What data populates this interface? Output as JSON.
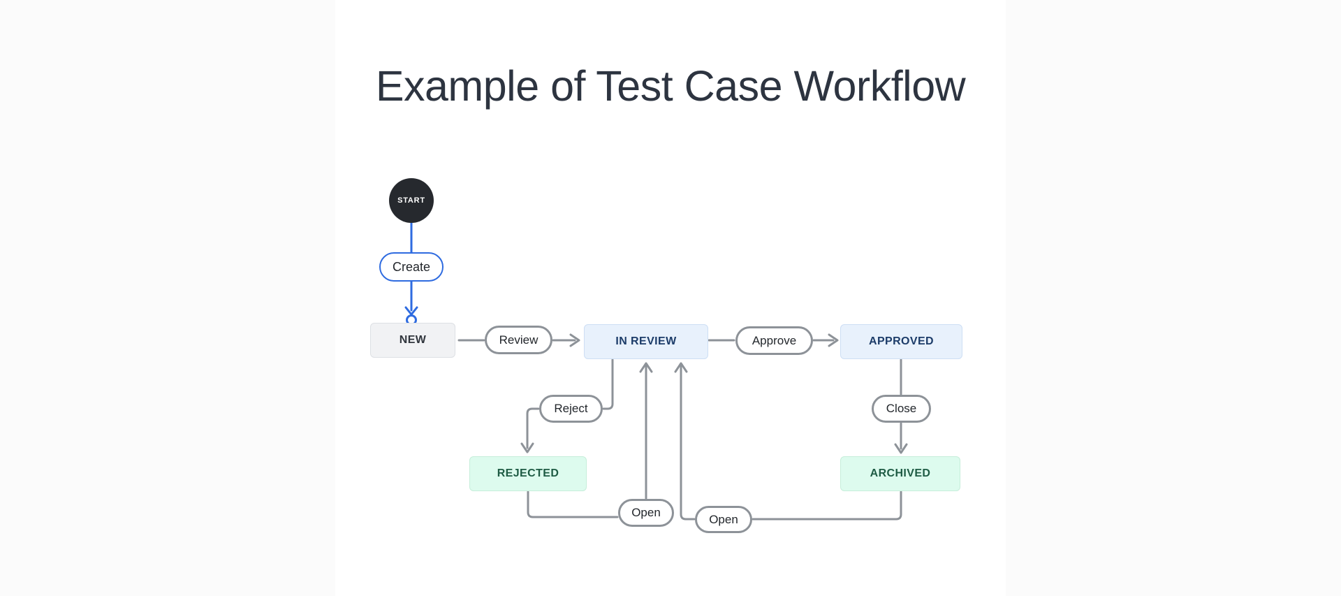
{
  "page": {
    "title": "Example of Test Case Workflow"
  },
  "workflow": {
    "start_label": "START",
    "states": [
      {
        "id": "new",
        "label": "NEW",
        "kind": "neutral"
      },
      {
        "id": "in-review",
        "label": "IN REVIEW",
        "kind": "info"
      },
      {
        "id": "approved",
        "label": "APPROVED",
        "kind": "info"
      },
      {
        "id": "rejected",
        "label": "REJECTED",
        "kind": "success"
      },
      {
        "id": "archived",
        "label": "ARCHIVED",
        "kind": "success"
      }
    ],
    "transitions": [
      {
        "id": "create",
        "label": "Create",
        "from": "START",
        "to": "NEW"
      },
      {
        "id": "review",
        "label": "Review",
        "from": "NEW",
        "to": "IN REVIEW"
      },
      {
        "id": "approve",
        "label": "Approve",
        "from": "IN REVIEW",
        "to": "APPROVED"
      },
      {
        "id": "reject",
        "label": "Reject",
        "from": "IN REVIEW",
        "to": "REJECTED"
      },
      {
        "id": "close",
        "label": "Close",
        "from": "APPROVED",
        "to": "ARCHIVED"
      },
      {
        "id": "open-rejected",
        "label": "Open",
        "from": "REJECTED",
        "to": "IN REVIEW"
      },
      {
        "id": "open-archived",
        "label": "Open",
        "from": "ARCHIVED",
        "to": "IN REVIEW"
      }
    ],
    "colors": {
      "accent_blue": "#2e6be0",
      "connector_gray": "#8d9298",
      "start_fill": "#26292e",
      "state_neutral_bg": "#f1f2f4",
      "state_info_bg": "#e8f1fc",
      "state_info_text": "#1c3c69",
      "state_success_bg": "#ddfbee",
      "state_success_text": "#1e5b44"
    }
  }
}
